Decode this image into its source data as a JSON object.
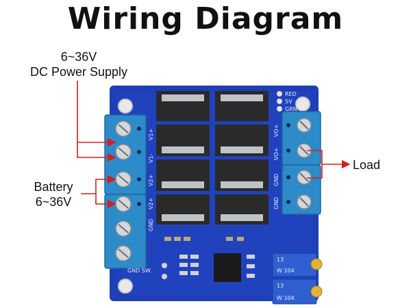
{
  "title": "Wiring Diagram",
  "labels": {
    "power_supply_line1": "6~36V",
    "power_supply_line2": "DC Power Supply",
    "battery_line1": "Battery",
    "battery_line2": "6~36V",
    "load": "Load"
  },
  "silkscreen": {
    "v1_plus": "V1+",
    "v1_minus": "V1-",
    "v2_plus": "V2+",
    "v2_plus_b": "V2+",
    "gnd_left": "GND",
    "vo_plus_a": "VO+",
    "vo_plus_b": "VO+",
    "gnd_right_a": "GND",
    "gnd_right_b": "GND",
    "led_red": "RED",
    "led_5v": "5V",
    "led_grn": "GRN",
    "gnd_sw": "GND SW",
    "pot_top": "W 104",
    "pot_bottom": "W 104",
    "pot_code_a": "13",
    "pot_code_b": "13"
  },
  "colors": {
    "pcb": "#1f3fb7",
    "pcb_dark": "#132a86",
    "terminal": "#2e8bc9",
    "arrow": "#d21f1f",
    "mosfet": "#2a2a2a",
    "pad": "#cfd3d6"
  }
}
